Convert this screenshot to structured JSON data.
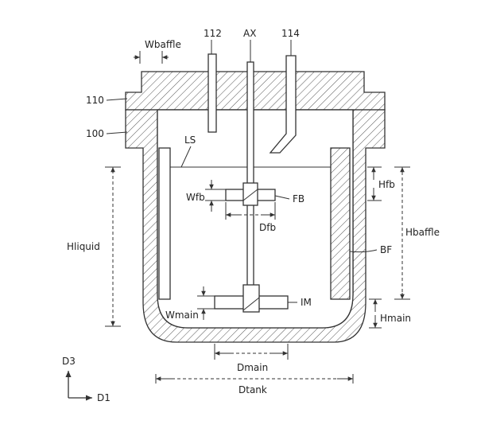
{
  "labels": {
    "wbaffle": "Wbaffle",
    "n112": "112",
    "ax": "AX",
    "n114": "114",
    "n110": "110",
    "n100": "100",
    "ls": "LS",
    "hfb": "Hfb",
    "wfb": "Wfb",
    "fb": "FB",
    "dfb": "Dfb",
    "hliquid": "Hliquid",
    "hbaffle": "Hbaffle",
    "bf": "BF",
    "im": "IM",
    "wmain": "Wmain",
    "hmain": "Hmain",
    "d3": "D3",
    "dmain": "Dmain",
    "dtank": "Dtank",
    "d1": "D1"
  }
}
